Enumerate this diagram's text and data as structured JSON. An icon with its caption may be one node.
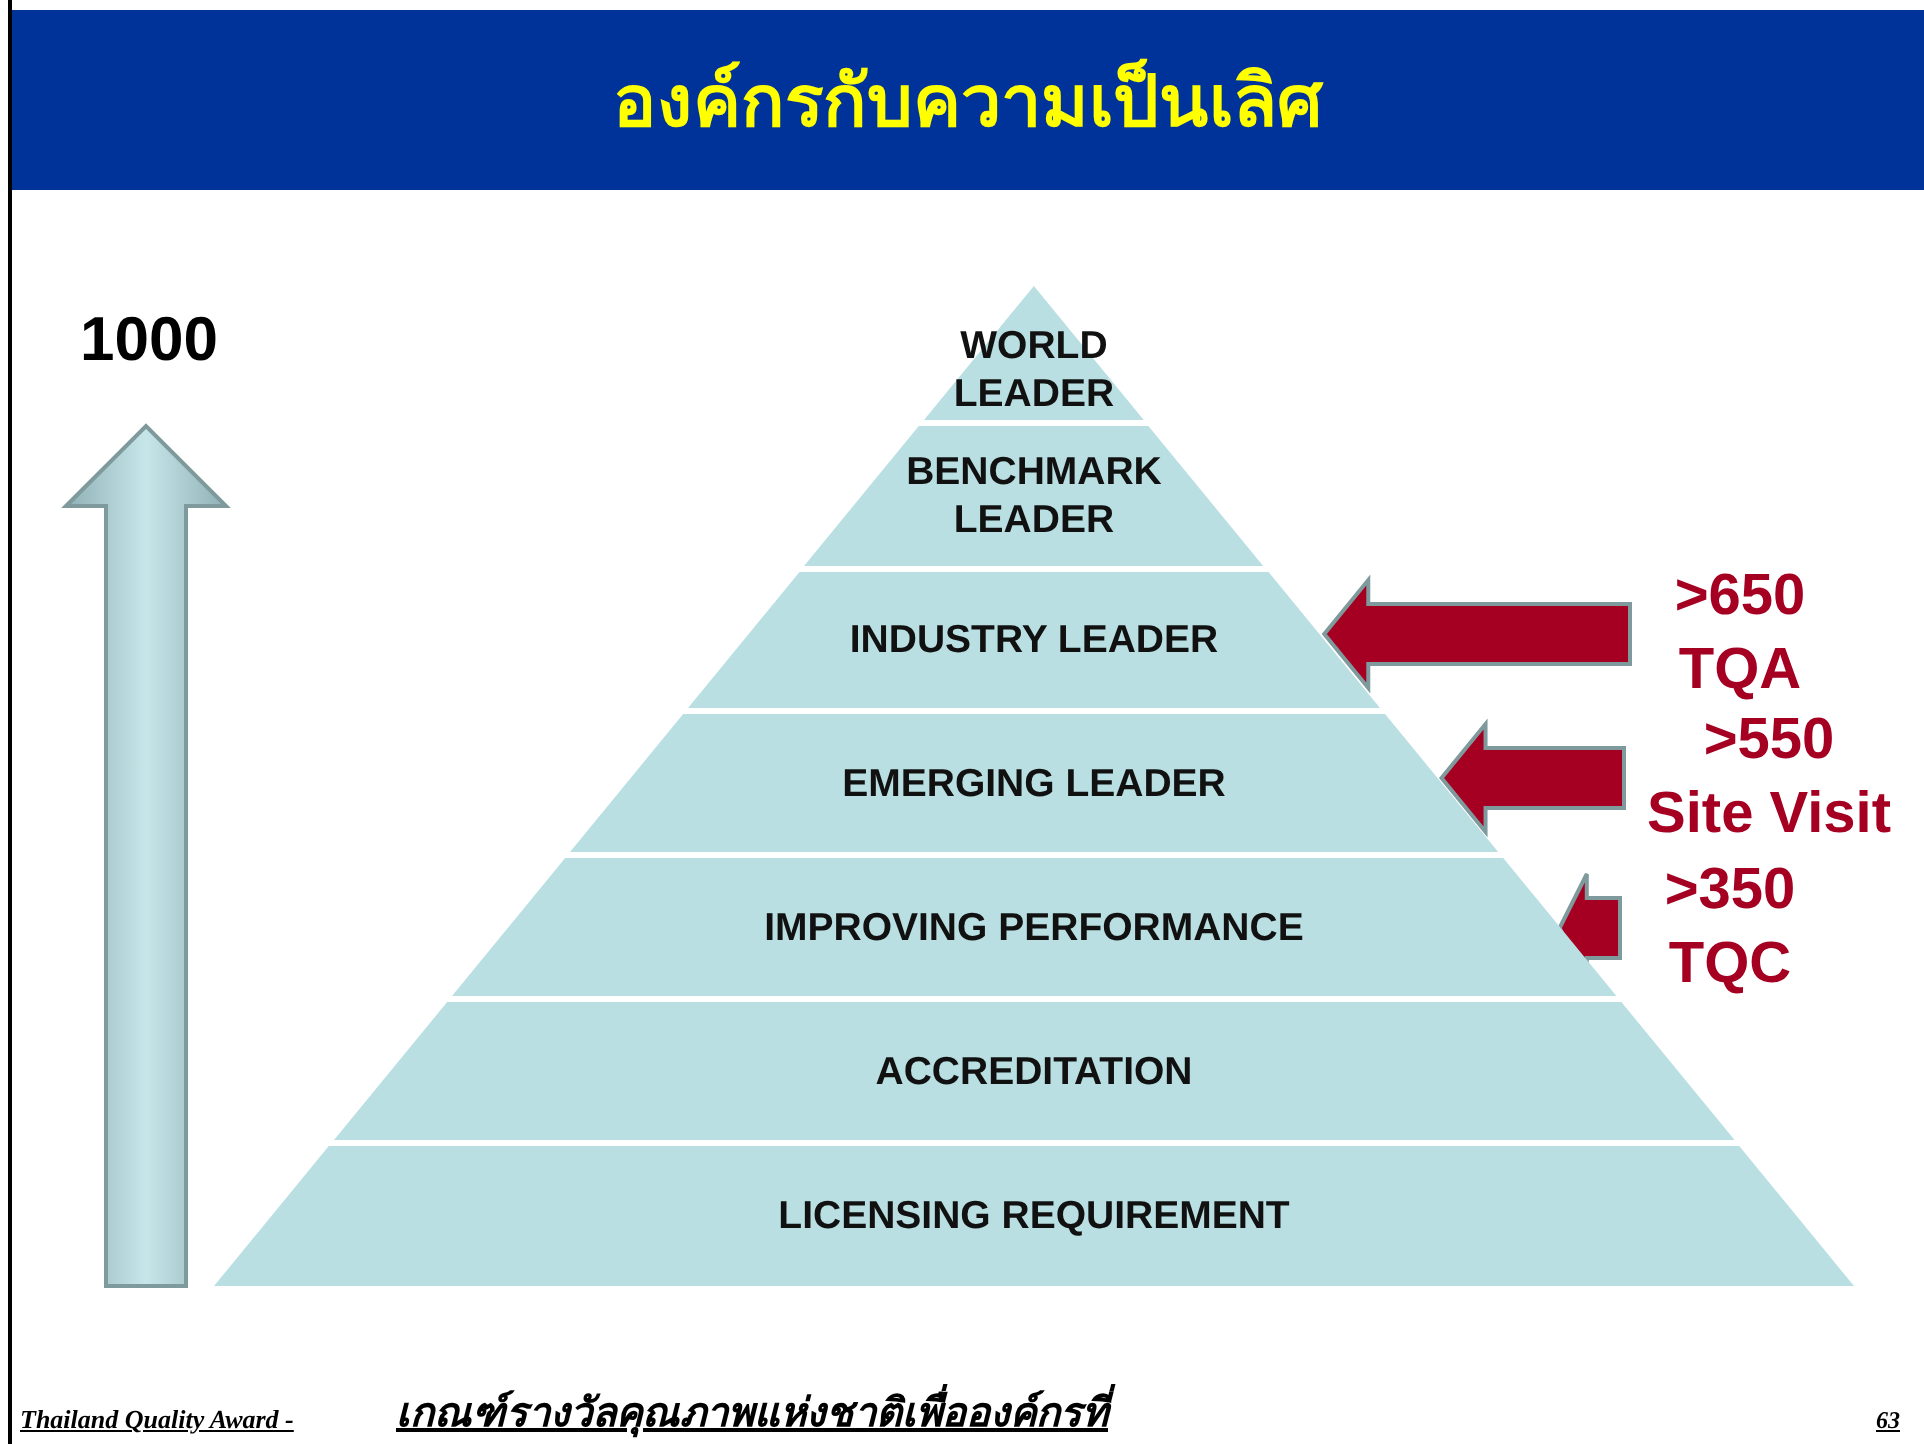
{
  "diagram": {
    "title": "องค์กรกับความเป็นเลิศ",
    "nodes": [
      {
        "text": [
          "WORLD LEADER"
        ]
      },
      {
        "text": [
          "BENCHMARK LEADER"
        ]
      },
      {
        "text": [
          "INDUSTRY LEADER"
        ]
      },
      {
        "text": [
          "EMERGING LEADER"
        ]
      },
      {
        "text": [
          "IMPROVING PERFORMANCE"
        ]
      },
      {
        "text": [
          "ACCREDITATION"
        ]
      },
      {
        "text": [
          "LICENSING REQUIREMENT"
        ]
      },
      {
        "text": [
          ">650 TQA"
        ]
      },
      {
        "text": [
          ">550 Site Visit"
        ]
      },
      {
        "text": [
          ">350 TQC"
        ]
      }
    ],
    "edges": [
      {
        "from": 7,
        "to": 2,
        "arrow": "to"
      },
      {
        "from": 8,
        "to": 3,
        "arrow": "to"
      },
      {
        "from": 9,
        "to": 4,
        "arrow": "to"
      }
    ],
    "labels": [
      "1000",
      "Thailand Quality Award -",
      "เกณฑ์รางวัลคุณภาพแห่งชาติเพื่อองค์กรที่",
      "63"
    ]
  }
}
